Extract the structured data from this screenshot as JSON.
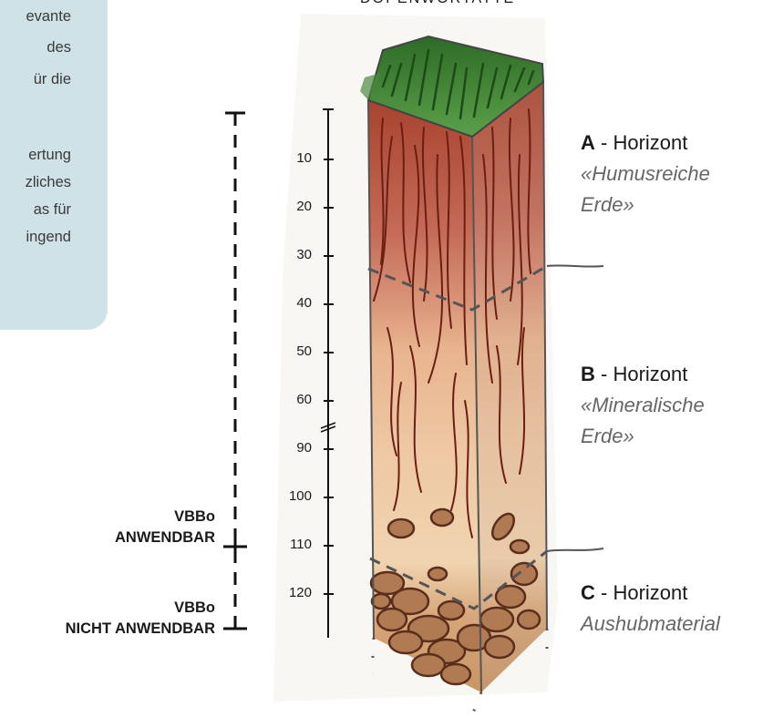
{
  "info_box": {
    "lines": [
      "evante",
      "des",
      "ür die",
      "",
      "",
      "ertung",
      "zliches",
      "as für",
      "ingend"
    ]
  },
  "top_title": "DOI ENWORTATTE",
  "depth_scale": [
    "10",
    "20",
    "30",
    "40",
    "50",
    "60",
    "90",
    "100",
    "110",
    "120"
  ],
  "vbbo": {
    "applicable": [
      "VBBo",
      "ANWENDBAR"
    ],
    "not_applicable": [
      "VBBo",
      "NICHT ANWENDBAR"
    ]
  },
  "horizons": [
    {
      "letter": "A",
      "suffix": " - Horizont",
      "desc": [
        "«Humusreiche",
        "Erde»"
      ]
    },
    {
      "letter": "B",
      "suffix": " - Horizont",
      "desc": [
        "«Mineralische",
        "Erde»"
      ]
    },
    {
      "letter": "C",
      "suffix": " - Horizont",
      "desc": [
        "Aushubmaterial"
      ]
    }
  ],
  "colors": {
    "grass": "#3e8a34",
    "horizon_a": "#b4503c",
    "horizon_b": "#e6b98a",
    "horizon_c": "#8a5a3a",
    "info_box": "#cfe2e8"
  }
}
